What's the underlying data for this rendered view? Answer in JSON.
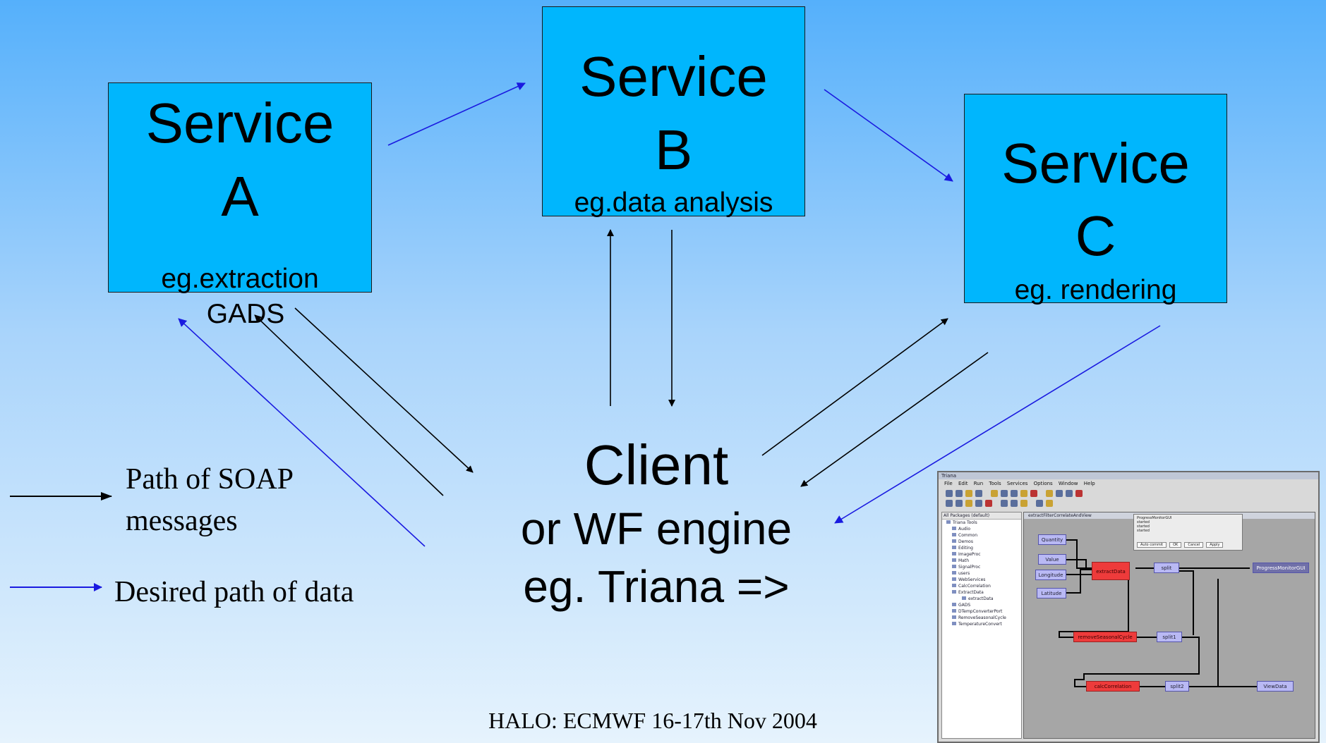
{
  "services": {
    "a": {
      "title_line1": "Service",
      "title_line2": "A",
      "subtitle": "eg.extraction",
      "subtitle2": "GADS"
    },
    "b": {
      "title_line1": "Service",
      "title_line2": "B",
      "subtitle": "eg.data analysis"
    },
    "c": {
      "title_line1": "Service",
      "title_line2": "C",
      "subtitle": "eg. rendering"
    }
  },
  "client": {
    "line1": "Client",
    "line2": "or WF engine",
    "line3": "eg. Triana =>"
  },
  "legend": {
    "soap_line1": "Path of SOAP",
    "soap_line2": "messages",
    "data": "Desired path of data"
  },
  "footer": "HALO: ECMWF 16-17th Nov 2004",
  "colors": {
    "service_fill": "#00b6fd",
    "soap_arrow": "#000000",
    "data_arrow": "#1a1ae0",
    "background_top": "#55b0fb",
    "background_bottom": "#e6f3fd"
  },
  "triana": {
    "window_title": "Triana",
    "menu": [
      "File",
      "Edit",
      "Run",
      "Tools",
      "Services",
      "Options",
      "Window",
      "Help"
    ],
    "package_selector": "All Packages (default)",
    "tree": [
      {
        "label": "Triana Tools",
        "level": 1
      },
      {
        "label": "Audio",
        "level": 2
      },
      {
        "label": "Common",
        "level": 2
      },
      {
        "label": "Demos",
        "level": 2
      },
      {
        "label": "Editing",
        "level": 2
      },
      {
        "label": "ImageProc",
        "level": 2
      },
      {
        "label": "Math",
        "level": 2
      },
      {
        "label": "SignalProc",
        "level": 2
      },
      {
        "label": "users",
        "level": 2
      },
      {
        "label": "WebServices",
        "level": 2
      },
      {
        "label": "CalcCorrelation",
        "level": 2
      },
      {
        "label": "ExtractData",
        "level": 2
      },
      {
        "label": "extractData",
        "level": 3
      },
      {
        "label": "GADS",
        "level": 2
      },
      {
        "label": "DTempConverterPort",
        "level": 2
      },
      {
        "label": "RemoveSeasonalCycle",
        "level": 2
      },
      {
        "label": "TemperatureConvert",
        "level": 2
      }
    ],
    "canvas_title": "extractFilterCorrelateAndView",
    "popup": {
      "title": "ProgressMonitorGUI",
      "rows": [
        "started",
        "started",
        "started"
      ],
      "checkbox": "Auto commit",
      "buttons": [
        "OK",
        "Cancel",
        "Apply"
      ]
    },
    "nodes": {
      "quantity": "Quantity",
      "value": "Value",
      "longitude": "Longitude",
      "latitude": "Latitude",
      "extract": "extractData",
      "split": "split",
      "progress": "ProgressMonitorGUI",
      "remove": "removeSeasonalCycle",
      "split1": "split1",
      "calc": "calcCorrelation",
      "split2": "split2",
      "view": "ViewData"
    }
  }
}
